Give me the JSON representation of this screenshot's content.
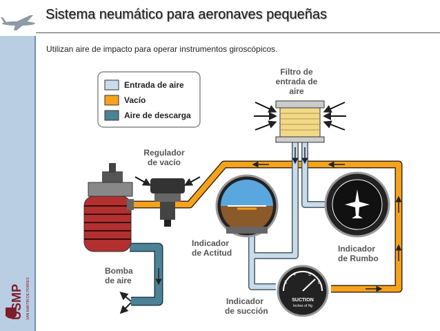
{
  "header": {
    "title": "Sistema neumático para aeronaves pequeñas",
    "subtitle": "Utilizan aire de impacto para operar instrumentos giroscópicos."
  },
  "logo": {
    "text": "USMP",
    "subtext": "SAN MARTIN DE PORRES"
  },
  "legend": [
    {
      "label": "Entrada de aire",
      "color": "#c9dce9"
    },
    {
      "label": "Vacío",
      "color": "#f7a21c"
    },
    {
      "label": "Aire de descarga",
      "color": "#4d8296"
    }
  ],
  "labels": {
    "filter": [
      "Filtro de",
      "entrada de",
      "aire"
    ],
    "regulator": [
      "Regulador",
      "de vacío"
    ],
    "attitude": [
      "Indicador",
      "de Actitud"
    ],
    "heading": [
      "Indicador",
      "de Rumbo"
    ],
    "pump": [
      "Bomba",
      "de aire"
    ],
    "suction": [
      "Indicador",
      "de succión"
    ]
  },
  "gauge": {
    "text": "SUCTION",
    "units": "Inches of Hg",
    "ticks": [
      "3",
      "4",
      "5",
      "6"
    ]
  },
  "colors": {
    "intake": "#c9dce9",
    "vacuum": "#f7a21c",
    "exhaust": "#4d8296",
    "sidebar": "#b9cde3"
  }
}
